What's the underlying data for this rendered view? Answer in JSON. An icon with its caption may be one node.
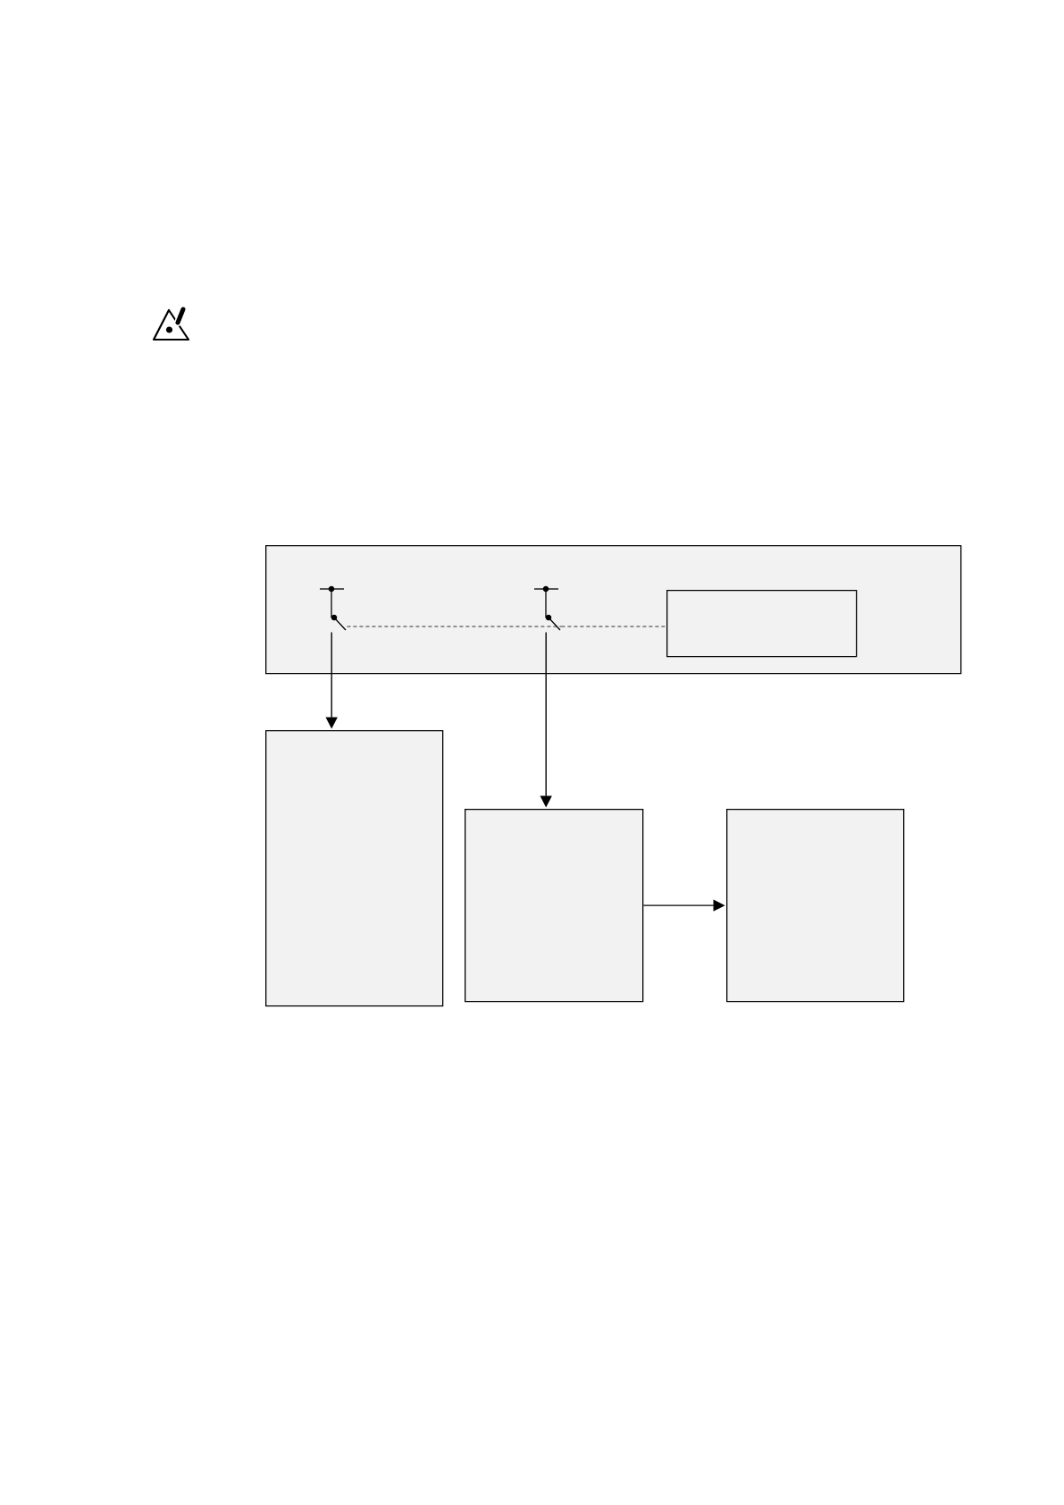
{
  "diagram": {
    "nodes": [
      {
        "text": [],
        "shape": "box"
      },
      {
        "text": [],
        "shape": "switch",
        "in": 0
      },
      {
        "text": [],
        "shape": "switch",
        "in": 0
      },
      {
        "text": [],
        "shape": "box",
        "in": 0
      },
      {
        "text": [],
        "shape": "box"
      },
      {
        "text": [],
        "shape": "box"
      },
      {
        "text": [],
        "shape": "box"
      }
    ],
    "edges": [
      {
        "from": 1,
        "to": 2,
        "arrow": "none",
        "style": "dashed"
      },
      {
        "from": 2,
        "to": 3,
        "arrow": "none",
        "style": "dashed"
      },
      {
        "from": 1,
        "to": 4,
        "arrow": "to"
      },
      {
        "from": 2,
        "to": 5,
        "arrow": "to"
      },
      {
        "from": 5,
        "to": 6,
        "arrow": "to"
      }
    ]
  }
}
